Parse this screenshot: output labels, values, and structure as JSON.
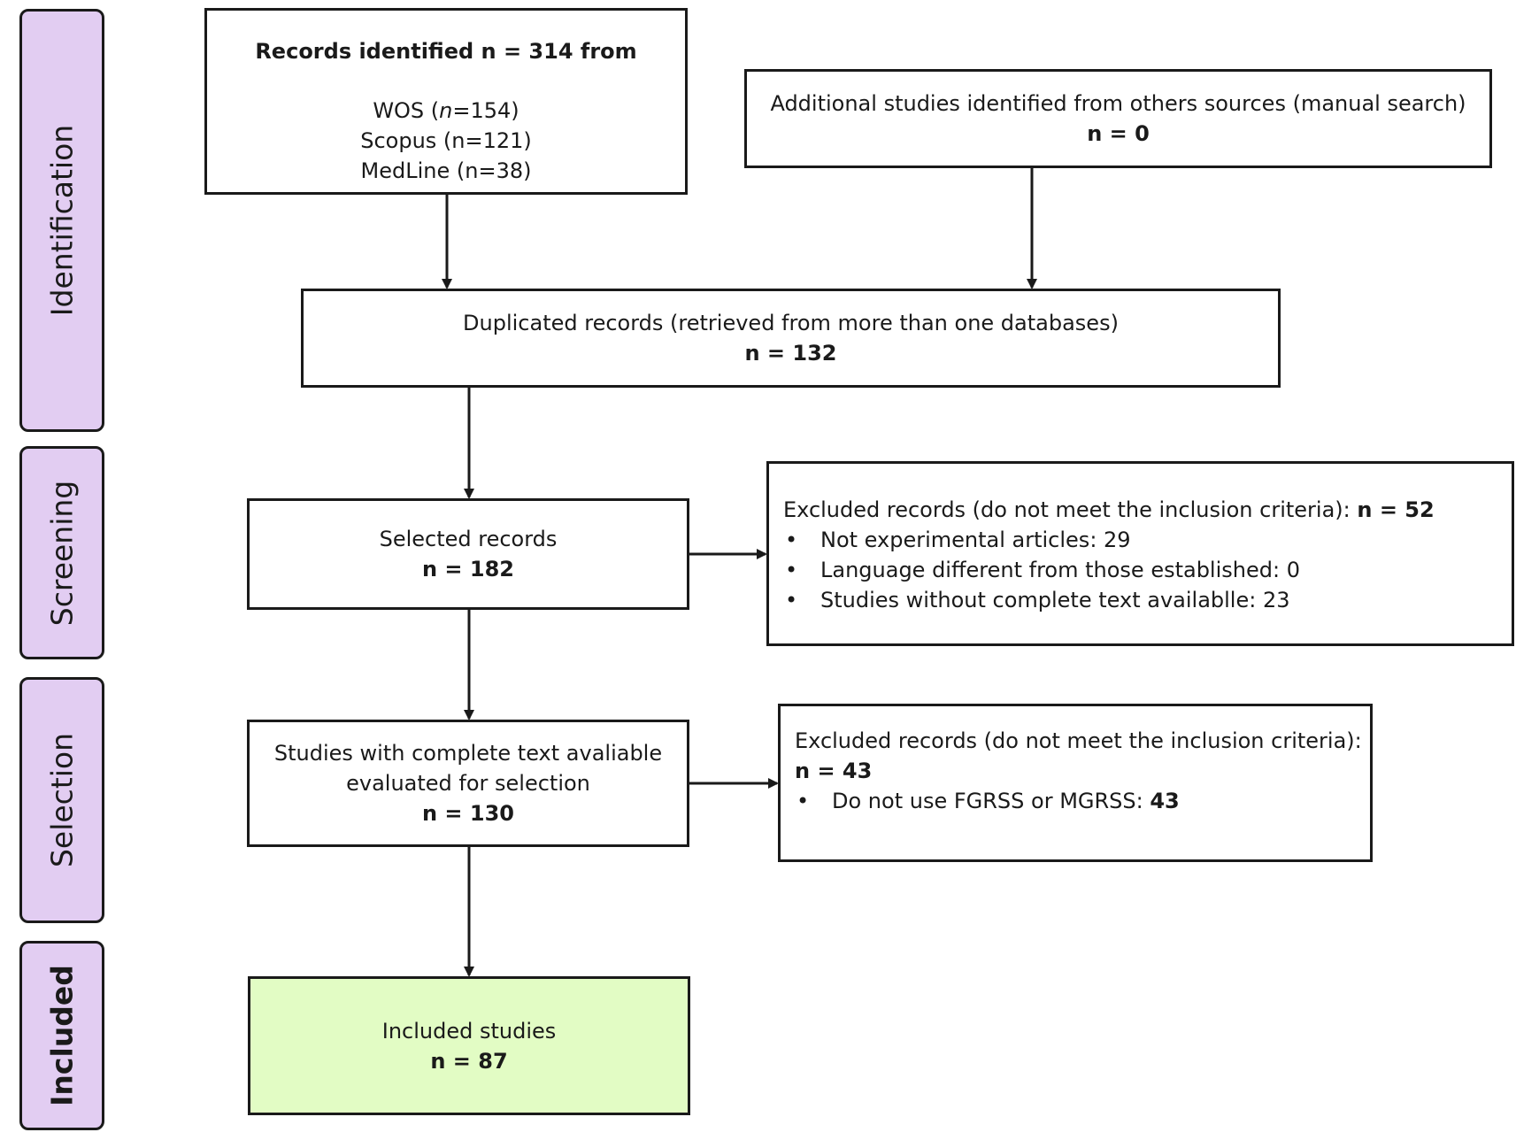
{
  "stages": {
    "identification": "Identification",
    "screening": "Screening",
    "selection": "Selection",
    "included": "Included"
  },
  "identified": {
    "title": "Records identified  n = 314 from",
    "wos_pre": "WOS (",
    "wos_n": "n",
    "wos_post": "=154)",
    "scopus": "Scopus (n=121)",
    "medline": "MedLine (n=38)"
  },
  "additional": {
    "text": "Additional studies identified from others sources (manual search)",
    "count": "n = 0"
  },
  "duplicated": {
    "text": "Duplicated records (retrieved from more than one databases)",
    "count": "n = 132"
  },
  "selected": {
    "text": "Selected records",
    "count": "n = 182"
  },
  "excluded_screening": {
    "title": "Excluded records (do not meet the inclusion criteria): ",
    "count": "n = 52",
    "items": [
      "Not experimental articles: 29",
      "Language different from those established: 0",
      "Studies without complete text availablle: 23"
    ]
  },
  "fulltext": {
    "line1": "Studies with complete text avaliable",
    "line2": "evaluated for selection",
    "count": "n = 130"
  },
  "excluded_selection": {
    "title": "Excluded records (do not meet the inclusion criteria):",
    "count": "n = 43",
    "item_text": "Do not use FGRSS or MGRSS: ",
    "item_count": "43"
  },
  "included_box": {
    "text": "Included studies",
    "count": "n =  87"
  },
  "colors": {
    "stage_fill": "#e2cdf2",
    "included_fill": "#e2fcc4",
    "border": "#1a1a1a"
  }
}
